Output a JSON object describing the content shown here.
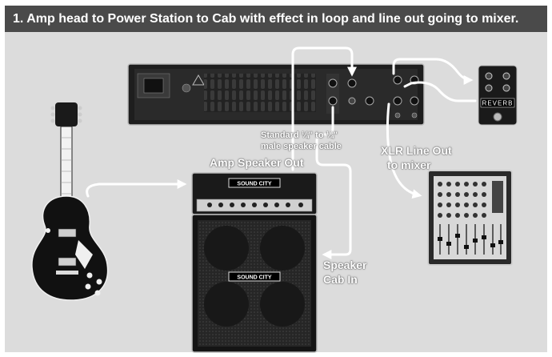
{
  "title": "1. Amp head to Power Station to Cab with effect in loop and line out going to mixer.",
  "labels": {
    "amp_speaker_out": "Amp Speaker Out",
    "speaker_cable_line1": "Standard ¼\" to ¼\"",
    "speaker_cable_line2": "male speaker cable",
    "xlr_line1": "XLR Line Out",
    "xlr_line2": "to mixer",
    "speaker_cab_line1": "Speaker",
    "speaker_cab_line2": "Cab In"
  },
  "device_text": {
    "pedal_name": "REVERB",
    "amp_brand": "SOUND CITY",
    "cab_brand": "SOUND CITY"
  },
  "colors": {
    "title_bg": "#4a4a4a",
    "panel_bg": "#dcdcdc",
    "cable": "#ffffff",
    "device_body": "#1a1a1a"
  }
}
